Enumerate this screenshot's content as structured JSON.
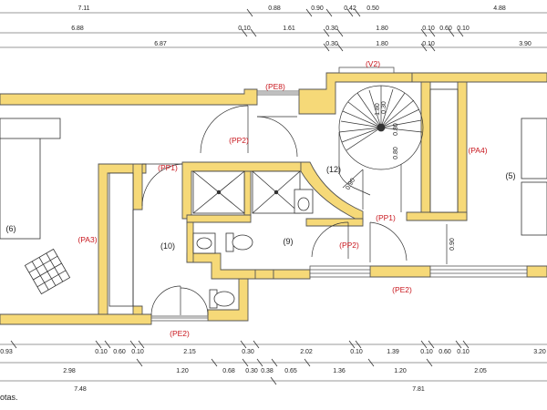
{
  "dimensions": {
    "top": {
      "row1": [
        "7.11",
        "0.88",
        "0.90",
        "0.42",
        "0.50",
        "4.88"
      ],
      "row2": [
        "6.88",
        "0.10",
        "1.61",
        "0.30",
        "1.80",
        "0.10",
        "0.60",
        "0.10"
      ],
      "row3": [
        "6.87",
        "0.30",
        "1.80",
        "0.10",
        "3.90"
      ]
    },
    "bottom": {
      "row1": [
        "0.93",
        "0.10",
        "0.60",
        "0.10",
        "2.15",
        "0.30",
        "2.02",
        "0.10",
        "1.39",
        "0.10",
        "0.60",
        "0.10",
        "3.20"
      ],
      "row2": [
        "2.98",
        "1.20",
        "0.68",
        "0.30",
        "0.38",
        "0.65",
        "1.36",
        "1.20",
        "2.05"
      ],
      "row3": [
        "7.48",
        "7.81"
      ]
    },
    "interior": [
      "1.80",
      "0.80",
      "0.80",
      "0.30",
      "0.90",
      "0.90"
    ]
  },
  "rooms": [
    "(6)",
    "(10)",
    "(9)",
    "(12)",
    "(5)"
  ],
  "element_codes": [
    "(PE8)",
    "(V2)",
    "(PP2)",
    "(PP1)",
    "(PA3)",
    "(PE2)",
    "(PA4)",
    "(PP1)",
    "(PP2)",
    "(PE2)"
  ],
  "note_text": "otas."
}
